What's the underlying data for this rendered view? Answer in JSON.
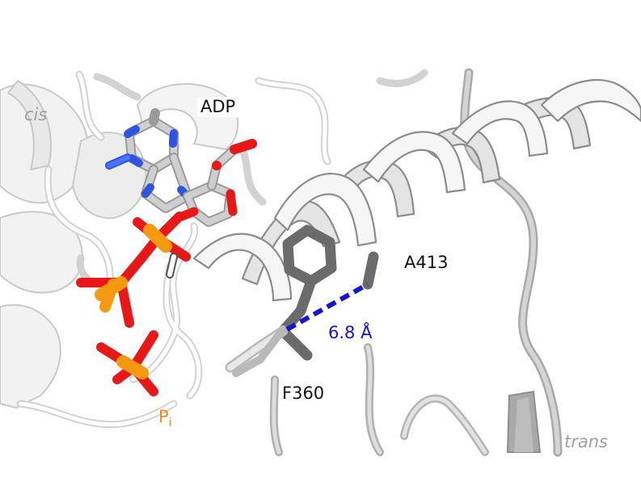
{
  "labels": {
    "adp": "ADP",
    "a413": "A413",
    "f360": "F360",
    "distance": "6.8 Å",
    "pi_main": "P",
    "pi_sub": "i",
    "cis": "cis",
    "trans": "trans"
  },
  "colors": {
    "distance_line": "#1414d2",
    "pi_label": "#f08c1e",
    "italic_label": "#a0a0a0",
    "carbon": "#c8c8c8",
    "nitrogen": "#3c64f0",
    "oxygen": "#f01e1e",
    "phosphorus": "#f5a01e",
    "residue": "#707070"
  }
}
